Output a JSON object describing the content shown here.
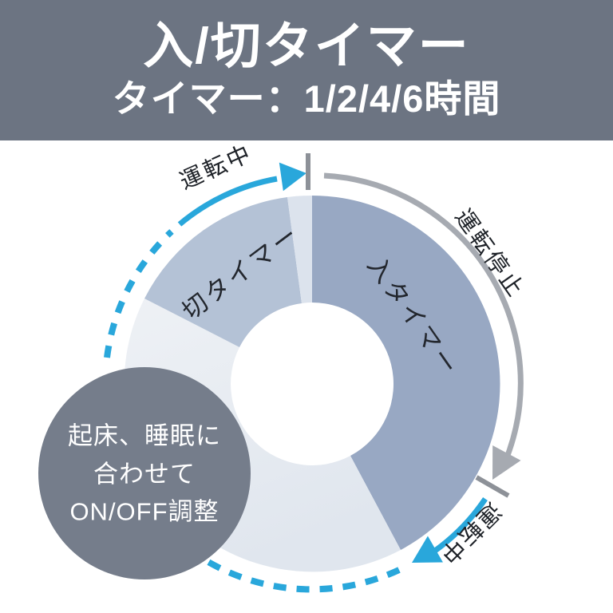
{
  "header": {
    "title": "入/切タイマー",
    "subtitle": "タイマー：1/2/4/6時間"
  },
  "chart": {
    "type": "donut-cycle",
    "segments": [
      {
        "label": "入タイマー",
        "start_deg": 0,
        "end_deg": 152,
        "color": "#98a8c3"
      },
      {
        "label": "",
        "start_deg": 152,
        "end_deg": 297,
        "color": "#e6eaf1"
      },
      {
        "label": "切タイマー",
        "start_deg": 297,
        "end_deg": 352.5,
        "color": "#b4c2d6"
      },
      {
        "label": "",
        "start_deg": 352.5,
        "end_deg": 360,
        "color": "#dce3ed"
      }
    ],
    "labels": {
      "on_timer": "入タイマー",
      "off_timer": "切タイマー"
    }
  },
  "annotations": {
    "running_top": "運転中",
    "stopped": "運転停止",
    "running_bottom": "運転中"
  },
  "callout": {
    "lines": [
      "起床、睡眠に",
      "合わせて",
      "ON/OFF調整"
    ]
  },
  "colors": {
    "header_bg": "#6c7482",
    "header_text": "#ffffff",
    "segment_on": "#98a8c3",
    "segment_off": "#b4c2d6",
    "segment_rest_light": "#eef1f5",
    "segment_rest_dark": "#e0e6ee",
    "segment_sliver": "#dce3ed",
    "donut_hole": "#ffffff",
    "cyan": "#29a7db",
    "gray_arc": "#a6aab1",
    "tick_gray": "#8d9198",
    "callout_bg": "#757d8b",
    "callout_text": "#ffffff",
    "label_text": "#23272e"
  }
}
